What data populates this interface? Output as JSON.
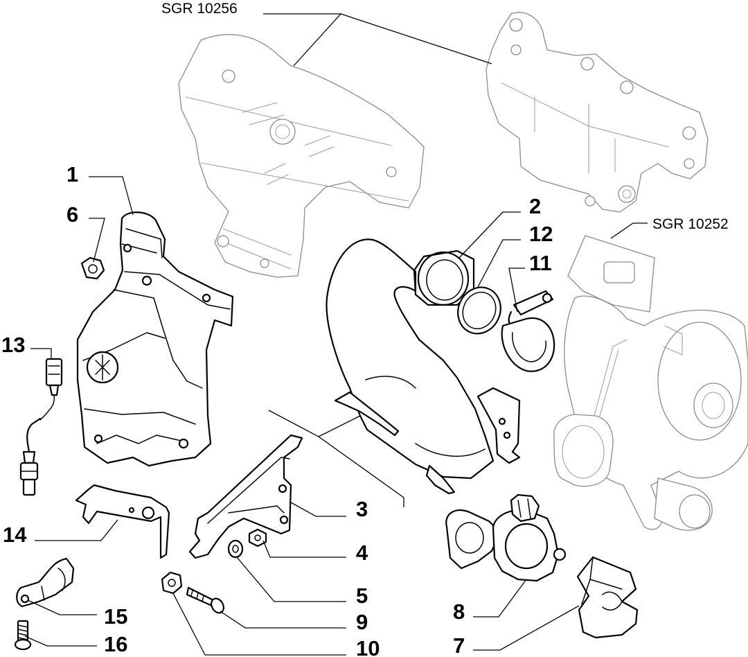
{
  "references": [
    {
      "id": "ref-sgr-10256",
      "text": "SGR 10256"
    },
    {
      "id": "ref-sgr-10252",
      "text": "SGR 10252"
    }
  ],
  "callouts": [
    {
      "id": "1",
      "label": "1"
    },
    {
      "id": "2",
      "label": "2"
    },
    {
      "id": "3",
      "label": "3"
    },
    {
      "id": "4",
      "label": "4"
    },
    {
      "id": "5",
      "label": "5"
    },
    {
      "id": "6",
      "label": "6"
    },
    {
      "id": "7",
      "label": "7"
    },
    {
      "id": "8",
      "label": "8"
    },
    {
      "id": "9",
      "label": "9"
    },
    {
      "id": "10",
      "label": "10"
    },
    {
      "id": "11",
      "label": "11"
    },
    {
      "id": "12",
      "label": "12"
    },
    {
      "id": "13",
      "label": "13"
    },
    {
      "id": "14",
      "label": "14"
    },
    {
      "id": "15",
      "label": "15"
    },
    {
      "id": "16",
      "label": "16"
    }
  ],
  "colors": {
    "ink": "#000000",
    "ghost": "#8a8a8a",
    "background": "#ffffff"
  }
}
